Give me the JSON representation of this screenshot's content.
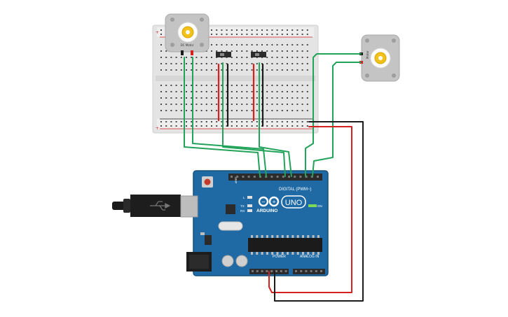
{
  "colors": {
    "board_blue": "#1f6aa5",
    "board_dark": "#17507e",
    "breadboard": "#e6e6e6",
    "wire_green": "#22a35a",
    "wire_red": "#d62020",
    "wire_black": "#1b1b1b",
    "motor_body": "#c4c4c4",
    "motor_hub": "#f3c21a"
  },
  "arduino": {
    "brand": "ARDUINO",
    "model": "UNO",
    "digital_label": "DIGITAL (PWM~)",
    "power_label": "POWER",
    "analog_label": "ANALOG IN",
    "on_label": "ON",
    "l_label": "L",
    "tx_label": "TX",
    "rx_label": "RX"
  },
  "motors": {
    "left_label": "DC Motor",
    "right_label": "Motor"
  },
  "icons": [
    "usb-icon",
    "motor-icon",
    "arduino-logo-icon"
  ]
}
